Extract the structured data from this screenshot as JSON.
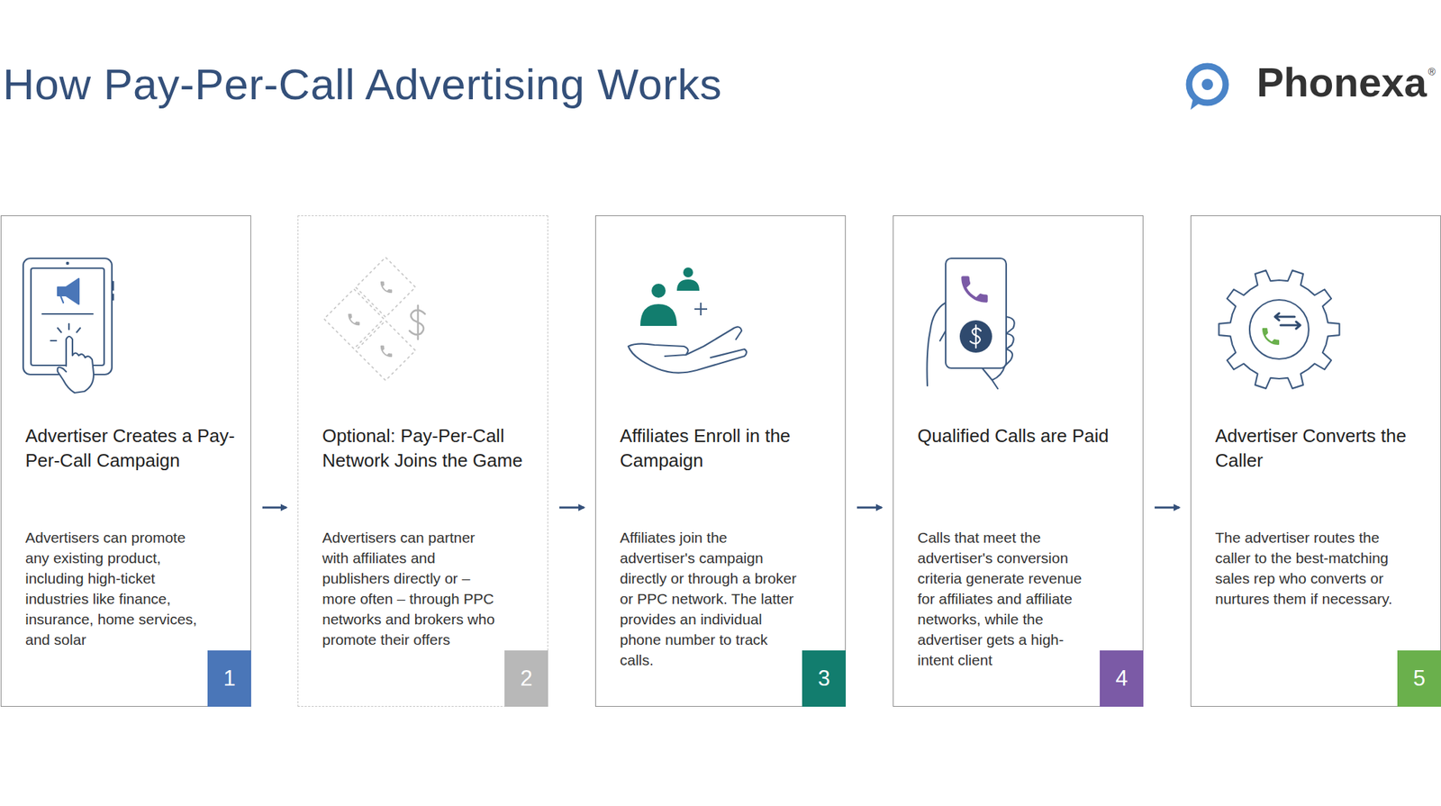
{
  "diagram": {
    "title": "How Pay-Per-Call Advertising Works",
    "nodes": [
      {
        "text": [
          "Advertiser Creates a Pay-Per-Call Campaign",
          "Advertisers can promote any existing product, including high-ticket industries like finance, insurance, home services, and solar"
        ]
      },
      {
        "text": [
          "1"
        ],
        "in": 0
      },
      {
        "text": [
          "Optional: Pay-Per-Call Network Joins the Game",
          "Advertisers can partner with affiliates and publishers directly or – more often – through PPC networks and brokers who promote their offers"
        ]
      },
      {
        "text": [
          "2"
        ],
        "in": 2
      },
      {
        "text": [
          "Affiliates Enroll in the Campaign",
          "Affiliates join the advertiser's campaign directly or through a broker or PPC network. The latter provides an individual phone number to track calls."
        ]
      },
      {
        "text": [
          "3"
        ],
        "in": 4
      },
      {
        "text": [
          "Qualified Calls are Paid",
          "Calls that meet the advertiser's conversion criteria generate revenue for affiliates and affiliate networks, while the advertiser gets a high-intent client"
        ]
      },
      {
        "text": [
          "4"
        ],
        "in": 6
      },
      {
        "text": [
          "Advertiser Converts the Caller",
          "The advertiser routes the caller to the best-matching sales rep who converts or nurtures them if necessary."
        ]
      },
      {
        "text": [
          "5"
        ],
        "in": 8
      }
    ],
    "edges": [
      {
        "from": 0,
        "to": 2,
        "arrow": "to"
      },
      {
        "from": 2,
        "to": 4,
        "arrow": "to"
      },
      {
        "from": 4,
        "to": 6,
        "arrow": "to"
      },
      {
        "from": 6,
        "to": 8,
        "arrow": "to"
      }
    ],
    "labels": [
      "Phonexa",
      "®"
    ]
  }
}
